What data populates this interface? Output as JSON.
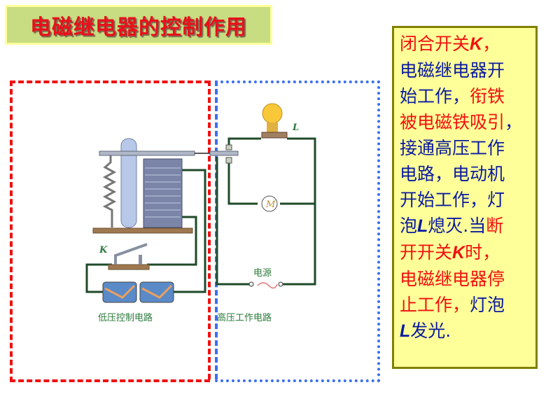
{
  "title": "电磁继电器的控制作用",
  "diagram": {
    "low_voltage_label": "低压控制电路",
    "high_voltage_label": "高压工作电路",
    "switch_label": "K",
    "lamp_label": "L",
    "motor_label": "M",
    "power_label": "电源"
  },
  "explanation": {
    "lines": [
      [
        {
          "t": "闭合开关",
          "c": "r"
        },
        {
          "t": "K",
          "c": "r i"
        },
        {
          "t": "，",
          "c": "r"
        }
      ],
      [
        {
          "t": "电磁继电器开",
          "c": "b"
        }
      ],
      [
        {
          "t": "始工作，",
          "c": "b"
        },
        {
          "t": "衔铁",
          "c": "r"
        }
      ],
      [
        {
          "t": "被电磁铁吸引",
          "c": "r"
        },
        {
          "t": "，",
          "c": "b"
        }
      ],
      [
        {
          "t": "接通高压工作",
          "c": "b"
        }
      ],
      [
        {
          "t": "电路，电动机",
          "c": "b"
        }
      ],
      [
        {
          "t": "开始工作，灯",
          "c": "b"
        }
      ],
      [
        {
          "t": "泡",
          "c": "b"
        },
        {
          "t": "L",
          "c": "b i"
        },
        {
          "t": "熄灭.当",
          "c": "b"
        },
        {
          "t": "断",
          "c": "r"
        }
      ],
      [
        {
          "t": "开开关",
          "c": "r"
        },
        {
          "t": "K",
          "c": "r i"
        },
        {
          "t": "时，",
          "c": "r"
        }
      ],
      [
        {
          "t": "电磁继电器停",
          "c": "r"
        }
      ],
      [
        {
          "t": "止工作，",
          "c": "r"
        },
        {
          "t": "灯泡",
          "c": "b"
        }
      ],
      [
        {
          "t": "L",
          "c": "b i"
        },
        {
          "t": "发光.",
          "c": "b"
        }
      ]
    ]
  }
}
